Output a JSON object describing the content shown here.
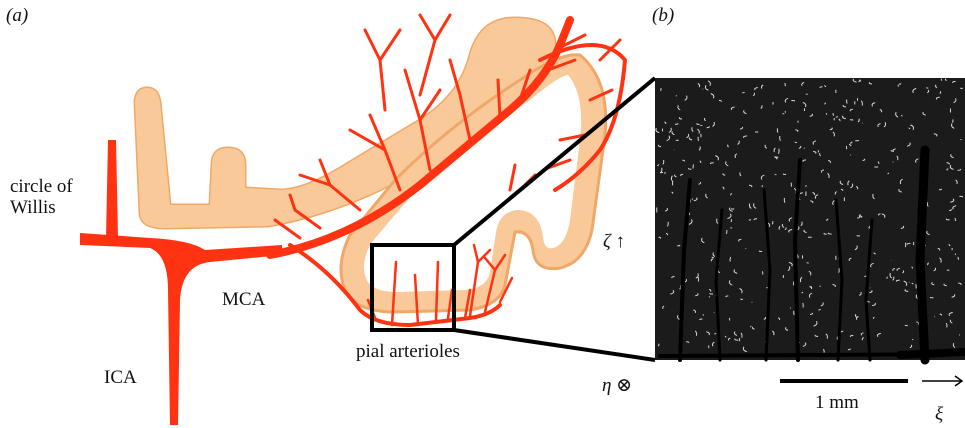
{
  "panel_labels": {
    "a": "(a)",
    "b": "(b)"
  },
  "labels": {
    "circle_of_willis_line1": "circle of",
    "circle_of_willis_line2": "Willis",
    "mca": "MCA",
    "ica": "ICA",
    "pial_arterioles": "pial arterioles",
    "zeta_axis": "ζ ↑",
    "eta_axis": "η ⊗",
    "scale_bar": "1 mm",
    "xi_axis": "ξ"
  },
  "colors": {
    "artery": "#ff3311",
    "cortex_fill": "#f9c99a",
    "cortex_edge": "#f0a868",
    "vessel_image": "#0a0a0a",
    "outline": "#000000"
  }
}
